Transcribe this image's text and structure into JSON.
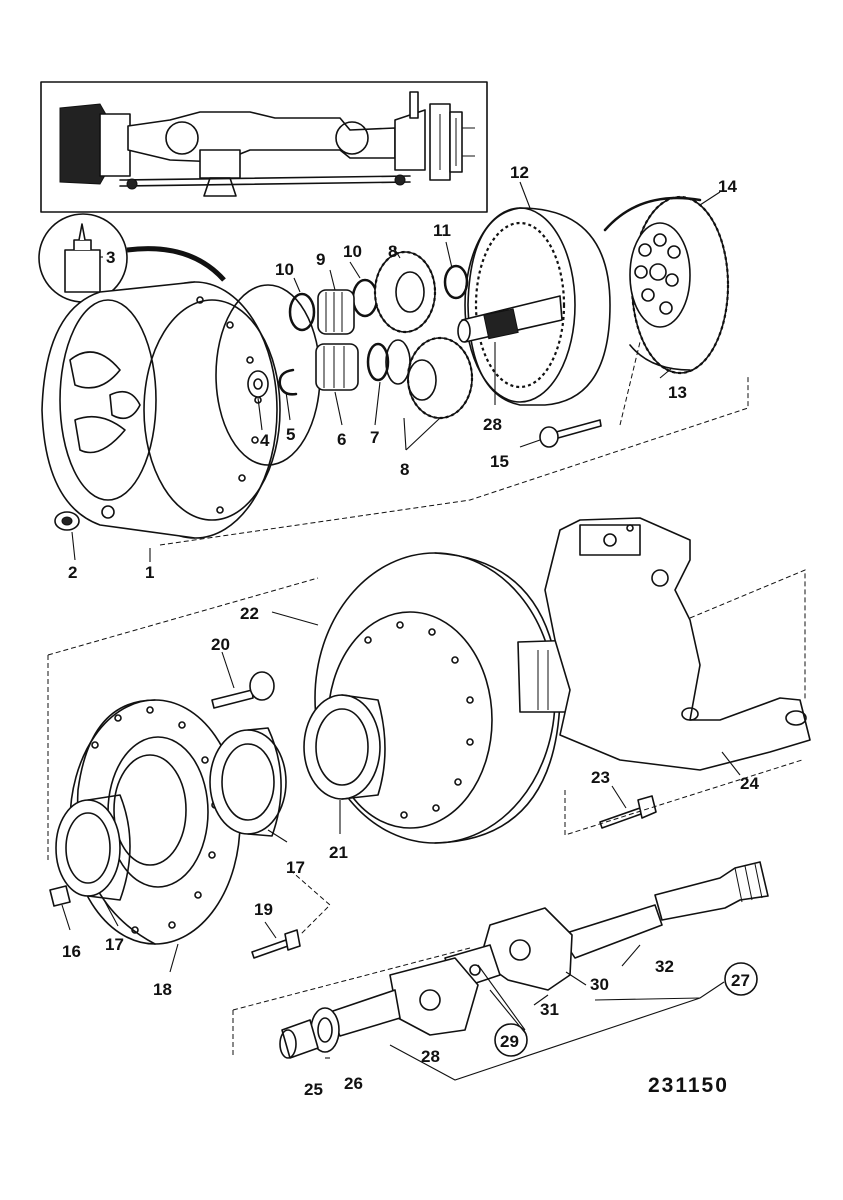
{
  "drawing_number": "231150",
  "part_labels": [
    {
      "id": "p1",
      "text": "1"
    },
    {
      "id": "p2",
      "text": "2"
    },
    {
      "id": "p3",
      "text": "3"
    },
    {
      "id": "p4",
      "text": "4"
    },
    {
      "id": "p5",
      "text": "5"
    },
    {
      "id": "p6",
      "text": "6"
    },
    {
      "id": "p7",
      "text": "7"
    },
    {
      "id": "p8a",
      "text": "8"
    },
    {
      "id": "p8b",
      "text": "8"
    },
    {
      "id": "p9",
      "text": "9"
    },
    {
      "id": "p10a",
      "text": "10"
    },
    {
      "id": "p10b",
      "text": "10"
    },
    {
      "id": "p11",
      "text": "11"
    },
    {
      "id": "p12",
      "text": "12"
    },
    {
      "id": "p13",
      "text": "13"
    },
    {
      "id": "p14",
      "text": "14"
    },
    {
      "id": "p15",
      "text": "15"
    },
    {
      "id": "p16",
      "text": "16"
    },
    {
      "id": "p17a",
      "text": "17"
    },
    {
      "id": "p17b",
      "text": "17"
    },
    {
      "id": "p18",
      "text": "18"
    },
    {
      "id": "p19",
      "text": "19"
    },
    {
      "id": "p20",
      "text": "20"
    },
    {
      "id": "p21",
      "text": "21"
    },
    {
      "id": "p22",
      "text": "22"
    },
    {
      "id": "p23",
      "text": "23"
    },
    {
      "id": "p24",
      "text": "24"
    },
    {
      "id": "p25",
      "text": "25"
    },
    {
      "id": "p26",
      "text": "26"
    },
    {
      "id": "p27",
      "text": "27"
    },
    {
      "id": "p28a",
      "text": "28"
    },
    {
      "id": "p28b",
      "text": "28"
    },
    {
      "id": "p29",
      "text": "29"
    },
    {
      "id": "p30",
      "text": "30"
    },
    {
      "id": "p31",
      "text": "31"
    },
    {
      "id": "p32",
      "text": "32"
    }
  ]
}
